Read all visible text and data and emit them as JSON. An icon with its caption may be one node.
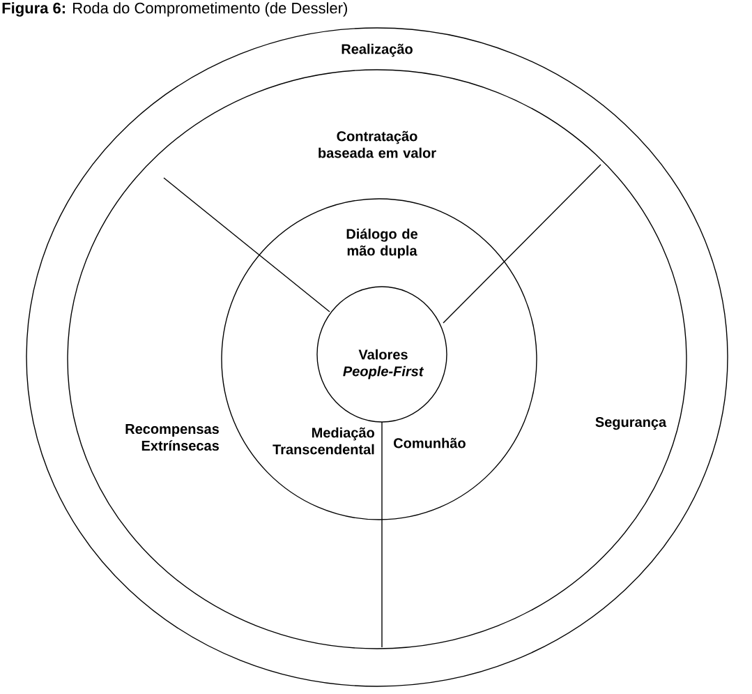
{
  "diagram": {
    "title": "**Figura 6:** Roda do Comprometimento (de Dessler)",
    "nodes": [
      {
        "text": [
          "Realização"
        ]
      },
      {
        "text": [
          "Contratação baseada em valor",
          "Recompensas Extrínsecas",
          "Segurança"
        ],
        "in": 0
      },
      {
        "text": [
          "Diálogo de mão dupla",
          "Mediação Transcendental",
          "Comunhão"
        ],
        "in": 1
      },
      {
        "text": [
          "Valores *People-First*"
        ],
        "in": 2
      }
    ]
  }
}
